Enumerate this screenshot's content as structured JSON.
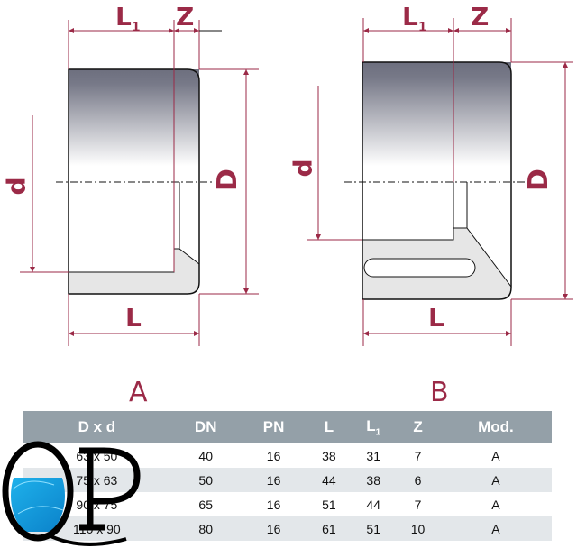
{
  "drawings": {
    "a": {
      "label": "A",
      "dims": {
        "l1": "L",
        "l1_sub": "1",
        "z": "Z",
        "d_outer": "D",
        "d_inner": "d",
        "l": "L"
      }
    },
    "b": {
      "label": "B",
      "dims": {
        "l1": "L",
        "l1_sub": "1",
        "z": "Z",
        "d_outer": "D",
        "d_inner": "d",
        "l": "L"
      }
    }
  },
  "colors": {
    "accent": "#9b2a47",
    "header": "#94a0a8",
    "row_alt": "#e3e7ea"
  },
  "table": {
    "headers": [
      "D x d",
      "DN",
      "PN",
      "L",
      "L",
      "Z",
      "Mod."
    ],
    "l1_sub": "1",
    "rows": [
      [
        "63 x 50",
        "40",
        "16",
        "38",
        "31",
        "7",
        "A"
      ],
      [
        "75 x 63",
        "50",
        "16",
        "44",
        "38",
        "6",
        "A"
      ],
      [
        "90 x 75",
        "65",
        "16",
        "51",
        "44",
        "7",
        "A"
      ],
      [
        "110 x 90",
        "80",
        "16",
        "61",
        "51",
        "10",
        "A"
      ]
    ]
  },
  "logo": {
    "text": "QP"
  }
}
